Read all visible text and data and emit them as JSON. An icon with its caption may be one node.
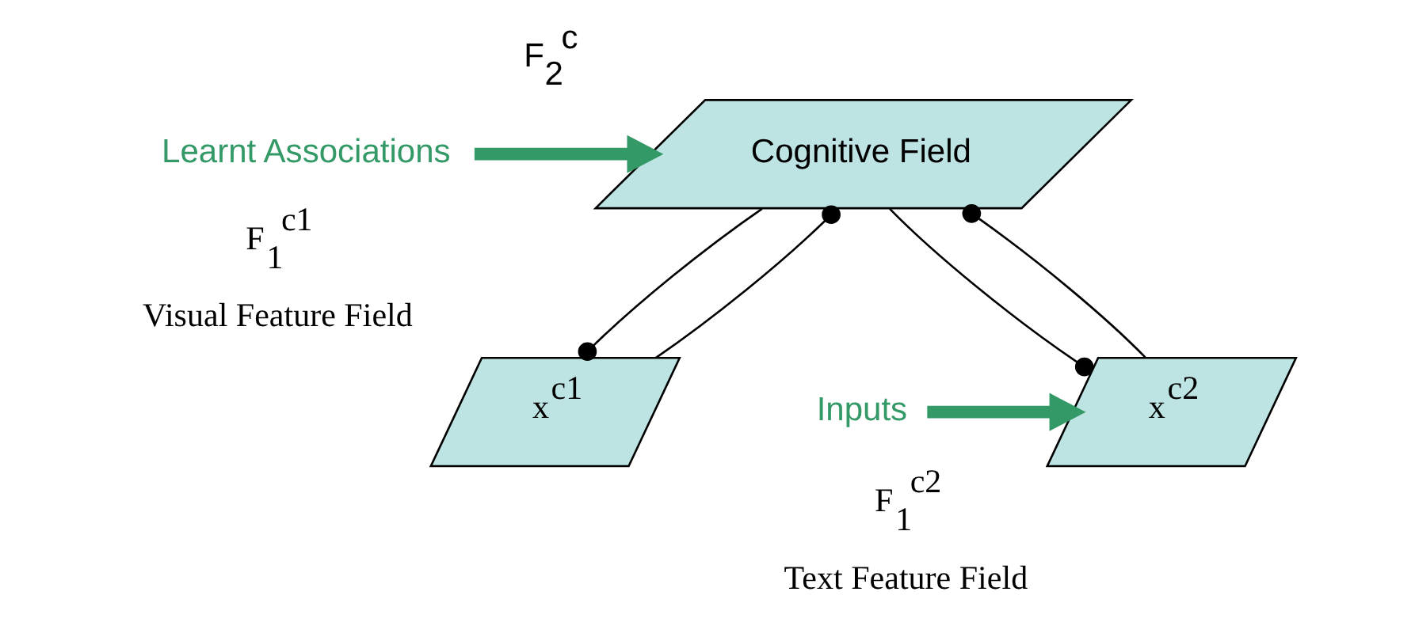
{
  "diagram": {
    "nodes": [
      {
        "text": [
          "Cognitive Field"
        ],
        "beside": [
          "F$_{2}$$^{c}$"
        ]
      },
      {
        "text": [
          "x$^{c1}$"
        ],
        "beside": [
          "F$_{1}$$^{c1}$",
          "Visual Feature Field"
        ]
      },
      {
        "text": [
          "x$^{c2}$"
        ],
        "beside": [
          "F$_{1}$$^{c2}$",
          "Text Feature Field"
        ]
      },
      {
        "text": [
          "Learnt Associations"
        ]
      },
      {
        "text": [
          "Inputs"
        ]
      }
    ],
    "edges": [
      {
        "from": 1,
        "to": 0,
        "arrow": "other"
      },
      {
        "from": 0,
        "to": 1,
        "arrow": "other"
      },
      {
        "from": 2,
        "to": 0,
        "arrow": "other"
      },
      {
        "from": 0,
        "to": 2,
        "arrow": "other"
      },
      {
        "from": 3,
        "to": 0,
        "arrow": "to",
        "style": "thick",
        "color": "#339966"
      },
      {
        "from": 4,
        "to": 2,
        "arrow": "to",
        "style": "thick",
        "color": "#339966"
      }
    ]
  }
}
